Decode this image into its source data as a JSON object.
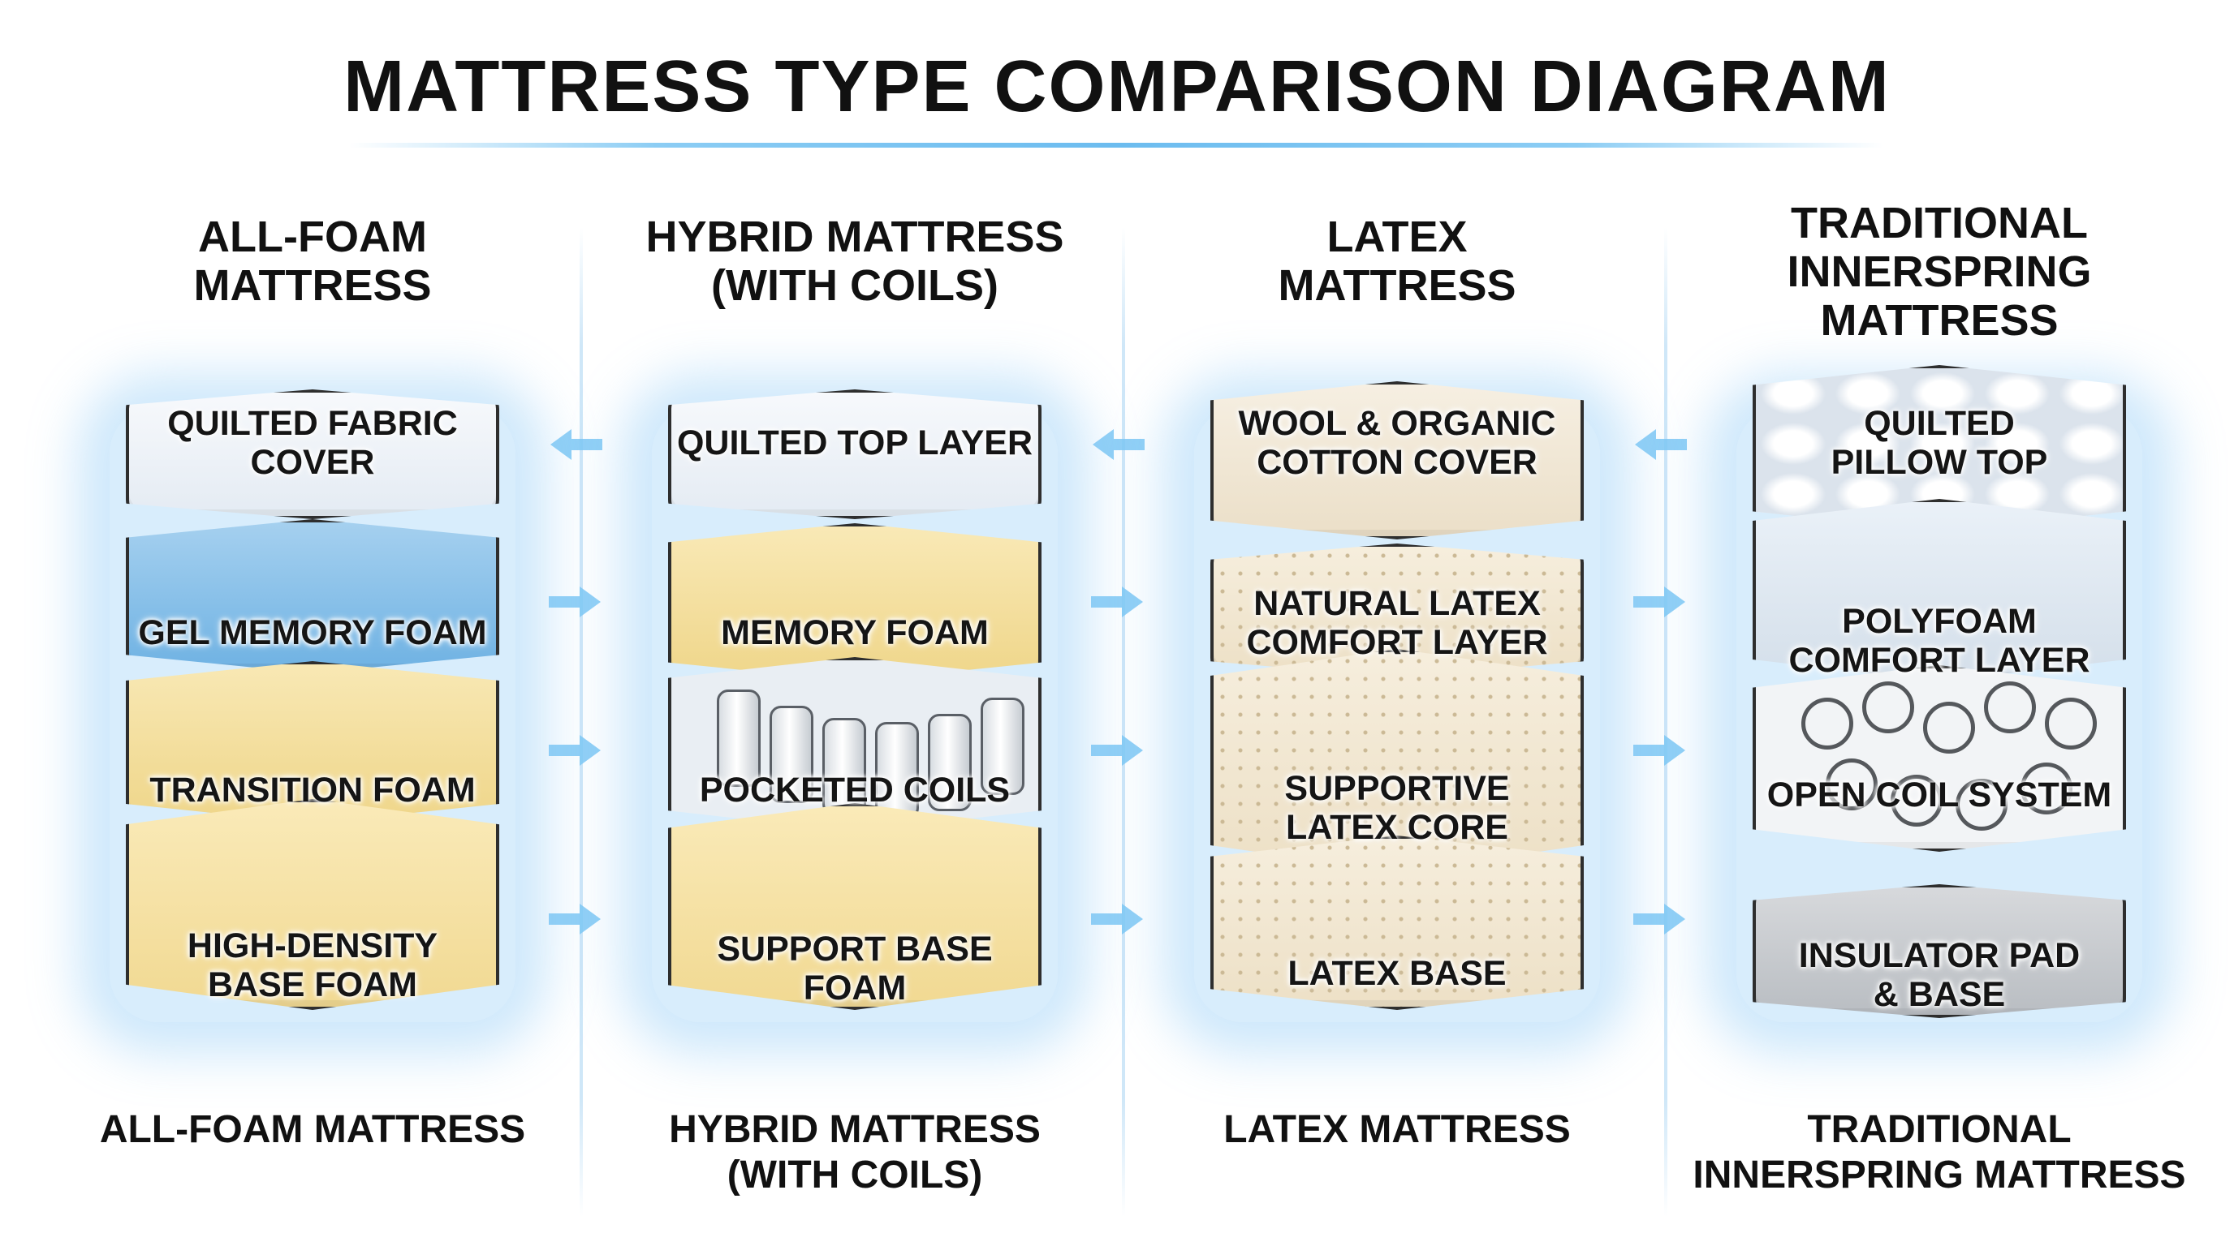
{
  "title": "MATTRESS TYPE COMPARISON DIAGRAM",
  "colors": {
    "glow": "#7dc3f5",
    "arrow": "#7ec8f5",
    "outline": "#2e2e2e",
    "quilted_cover": "#edf2f8",
    "gel_foam": "#8ec4ea",
    "yellow_foam": "#f6e3a4",
    "latex": "#f2e8d4",
    "innerspring_gray": "#d8dde3"
  },
  "columns": [
    {
      "heading": "ALL-FOAM\nMATTRESS",
      "footer": "ALL-FOAM MATTRESS",
      "layers": [
        {
          "label": "QUILTED FABRIC\nCOVER",
          "icon": "quilted-fabric"
        },
        {
          "label": "GEL MEMORY FOAM",
          "icon": "gel-foam"
        },
        {
          "label": "TRANSITION FOAM",
          "icon": "foam"
        },
        {
          "label": "HIGH-DENSITY\nBASE FOAM",
          "icon": "foam"
        }
      ]
    },
    {
      "heading": "HYBRID MATTRESS\n(WITH COILS)",
      "footer": "HYBRID MATTRESS\n(WITH COILS)",
      "layers": [
        {
          "label": "QUILTED TOP LAYER",
          "icon": "quilted-fabric"
        },
        {
          "label": "MEMORY FOAM",
          "icon": "foam"
        },
        {
          "label": "POCKETED COILS",
          "icon": "pocketed-coils"
        },
        {
          "label": "SUPPORT BASE\nFOAM",
          "icon": "foam"
        }
      ]
    },
    {
      "heading": "LATEX\nMATTRESS",
      "footer": "LATEX MATTRESS",
      "layers": [
        {
          "label": "WOOL & ORGANIC\nCOTTON COVER",
          "icon": "wool-cover"
        },
        {
          "label": "NATURAL LATEX\nCOMFORT LAYER",
          "icon": "latex"
        },
        {
          "label": "SUPPORTIVE\nLATEX CORE",
          "icon": "latex"
        },
        {
          "label": "LATEX BASE",
          "icon": "latex"
        }
      ]
    },
    {
      "heading": "TRADITIONAL\nINNERSPRING\nMATTRESS",
      "footer": "TRADITIONAL\nINNERSPRING MATTRESS",
      "layers": [
        {
          "label": "QUILTED\nPILLOW TOP",
          "icon": "pillow-top"
        },
        {
          "label": "POLYFOAM\nCOMFORT LAYER",
          "icon": "foam"
        },
        {
          "label": "OPEN COIL SYSTEM",
          "icon": "open-coils"
        },
        {
          "label": "INSULATOR PAD\n& BASE",
          "icon": "insulator-pad"
        }
      ]
    }
  ]
}
